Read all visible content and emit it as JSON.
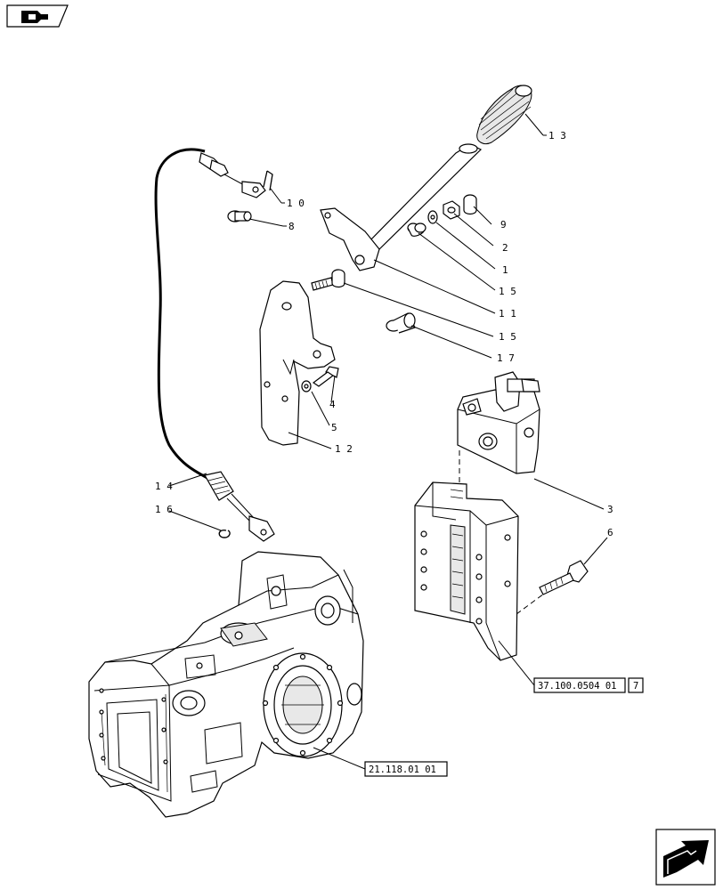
{
  "callouts": {
    "c13": "1 3",
    "c10": "1 0",
    "c8": "8",
    "c9": "9",
    "c2": "2",
    "c1": "1",
    "c15a": "1 5",
    "c11": "1 1",
    "c15b": "1 5",
    "c17": "1 7",
    "c4": "4",
    "c5": "5",
    "c12": "1 2",
    "c14": "1 4",
    "c16": "1 6",
    "c3": "3",
    "c6": "6"
  },
  "refs": {
    "ref1_code": "37.100.0504 01",
    "ref1_sheet": "7",
    "ref2_code": "21.118.01 01"
  },
  "icons": {
    "top_left": "book-pointer-icon",
    "bottom_right": "next-page-arrow-icon"
  }
}
